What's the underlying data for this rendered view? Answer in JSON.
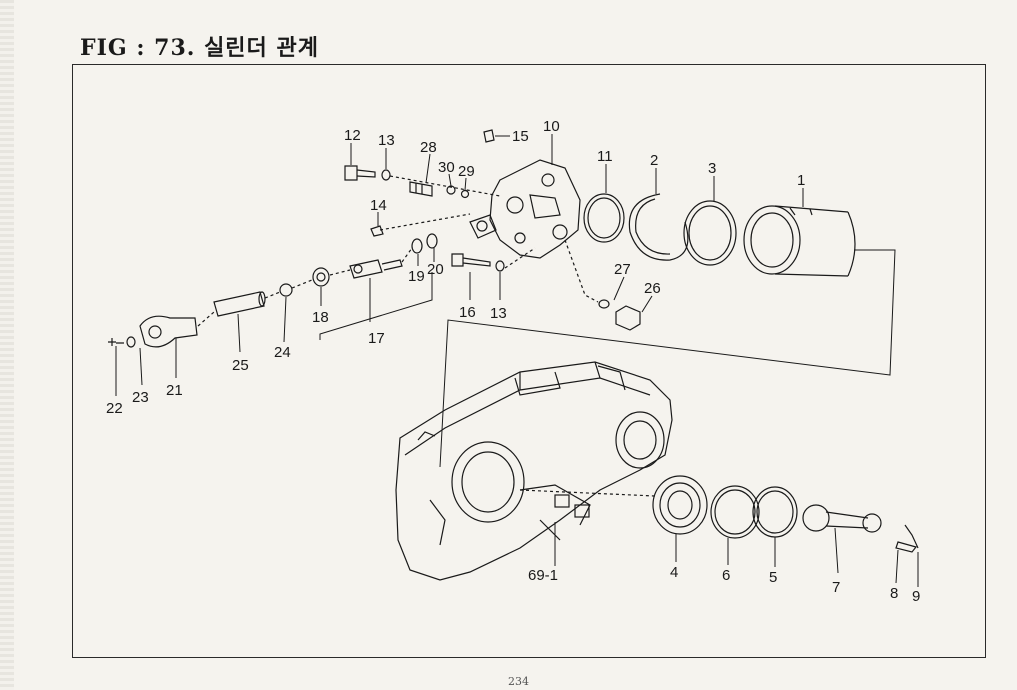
{
  "figure": {
    "title": "FIG : 73. 실린더 관계",
    "page_number": "234"
  },
  "callouts": {
    "c1": "1",
    "c2": "2",
    "c3": "3",
    "c4": "4",
    "c5": "5",
    "c6": "6",
    "c7": "7",
    "c8": "8",
    "c9": "9",
    "c10": "10",
    "c11": "11",
    "c12": "12",
    "c13a": "13",
    "c13b": "13",
    "c14": "14",
    "c15": "15",
    "c16": "16",
    "c17": "17",
    "c18": "18",
    "c19": "19",
    "c20": "20",
    "c21": "21",
    "c22": "22",
    "c23": "23",
    "c24": "24",
    "c25": "25",
    "c26": "26",
    "c27": "27",
    "c28": "28",
    "c29": "29",
    "c30": "30",
    "c69": "69-1"
  },
  "colors": {
    "ink": "#1a1a1a",
    "paper": "#f5f3ee"
  }
}
